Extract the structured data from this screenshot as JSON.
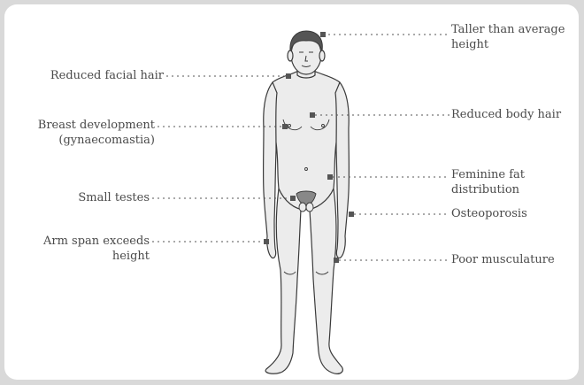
{
  "labels": {
    "taller": "Taller than average\nheight",
    "facial_hair": "Reduced facial hair",
    "breast": "Breast development\n(gynaecomastia)",
    "body_hair": "Reduced body hair",
    "fat": "Feminine fat\ndistribution",
    "testes": "Small testes",
    "osteoporosis": "Osteoporosis",
    "arm_span": "Arm span exceeds\nheight",
    "musculature": "Poor musculature"
  },
  "colors": {
    "background": "#d9d9d9",
    "panel": "#ffffff",
    "body_fill": "#ececec",
    "outline": "#3a3a3a",
    "hair": "#555555",
    "marker": "#555555",
    "text": "#4a4a4a"
  }
}
